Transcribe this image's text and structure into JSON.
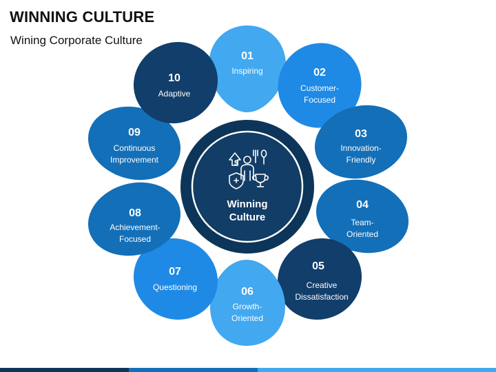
{
  "header": {
    "title": "WINNING CULTURE",
    "subtitle": "Wining Corporate Culture"
  },
  "center": {
    "line1": "Winning",
    "line2": "Culture",
    "icons": [
      "growth-icon",
      "dollar-icon",
      "fork-spoon-icon",
      "person-icon",
      "shield-cross-icon",
      "trophy-icon"
    ]
  },
  "colors": {
    "dark_navy": "#113e6a",
    "mid_blue": "#136fb8",
    "bright_blue": "#1f8ae5",
    "light_blue": "#42a8f0",
    "center_ring": "#0c3559",
    "center_core": "#123d66"
  },
  "petals": [
    {
      "num": "01",
      "line1": "Inspiring",
      "line2": "",
      "color": "#42a8f0"
    },
    {
      "num": "02",
      "line1": "Customer-",
      "line2": "Focused",
      "color": "#1f8ae5"
    },
    {
      "num": "03",
      "line1": "Innovation-",
      "line2": "Friendly",
      "color": "#136fb8"
    },
    {
      "num": "04",
      "line1": "Team-",
      "line2": "Oriented",
      "color": "#136fb8"
    },
    {
      "num": "05",
      "line1": "Creative",
      "line2": "Dissatisfaction",
      "color": "#113e6a"
    },
    {
      "num": "06",
      "line1": "Growth-",
      "line2": "Oriented",
      "color": "#42a8f0"
    },
    {
      "num": "07",
      "line1": "Questioning",
      "line2": "",
      "color": "#1f8ae5"
    },
    {
      "num": "08",
      "line1": "Achievement-",
      "line2": "Focused",
      "color": "#136fb8"
    },
    {
      "num": "09",
      "line1": "Continuous",
      "line2": "Improvement",
      "color": "#136fb8"
    },
    {
      "num": "10",
      "line1": "Adaptive",
      "line2": "",
      "color": "#113e6a"
    }
  ]
}
